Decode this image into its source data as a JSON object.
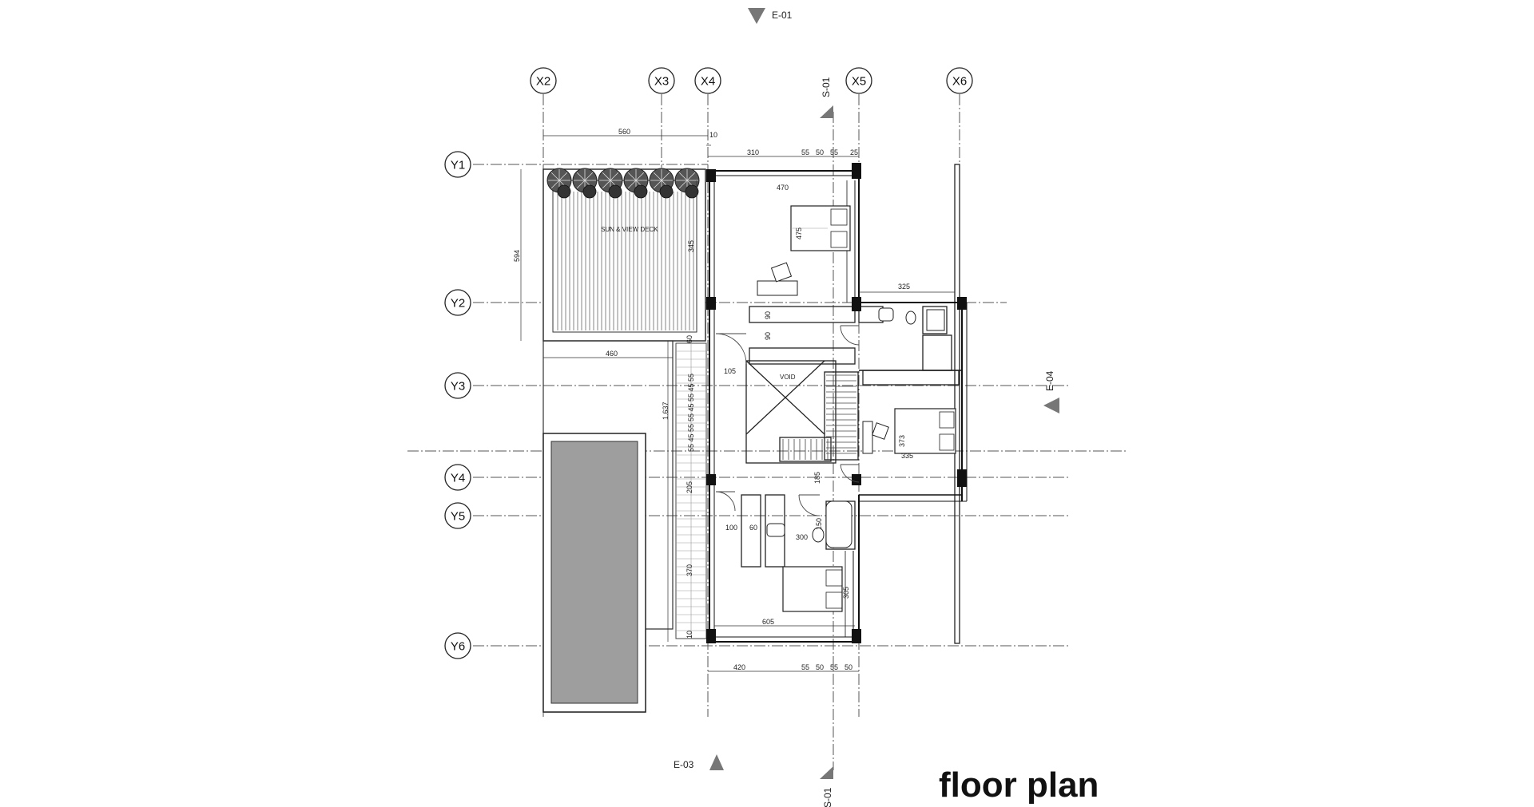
{
  "title": "floor plan",
  "grid_x": [
    "X2",
    "X3",
    "X4",
    "X5",
    "X6"
  ],
  "grid_y": [
    "Y1",
    "Y2",
    "Y3",
    "Y4",
    "Y5",
    "Y6"
  ],
  "section_marks": {
    "e01": "E-01",
    "e03": "E-03",
    "e04": "E-04",
    "s01_top": "S-01",
    "s01_bottom": "S-01"
  },
  "rooms": {
    "deck": "SUN & VIEW DECK",
    "void": "VOID"
  },
  "dimensions": {
    "d560": "560",
    "d10": "10",
    "d310": "310",
    "d55a": "55",
    "d50a": "50",
    "d55b": "55",
    "d25": "25",
    "d470": "470",
    "d475": "475",
    "d594": "594",
    "d345": "345",
    "d325": "325",
    "d90a": "90",
    "d90b": "90",
    "d460": "460",
    "d105": "105",
    "d1637": "1.637",
    "d55_45_55_45_55": "55 45 55 45 55",
    "d55_45_55": "55 45 55",
    "d373": "373",
    "d335": "335",
    "d185": "185",
    "d205": "205",
    "d100": "100",
    "d60": "60",
    "d300": "300",
    "d150": "150",
    "d370": "370",
    "d605": "605",
    "d305": "305",
    "d420": "420",
    "d55c": "55",
    "d50b": "50",
    "d55d": "55",
    "d50c": "50",
    "d10b": "10",
    "d60b": "60"
  }
}
